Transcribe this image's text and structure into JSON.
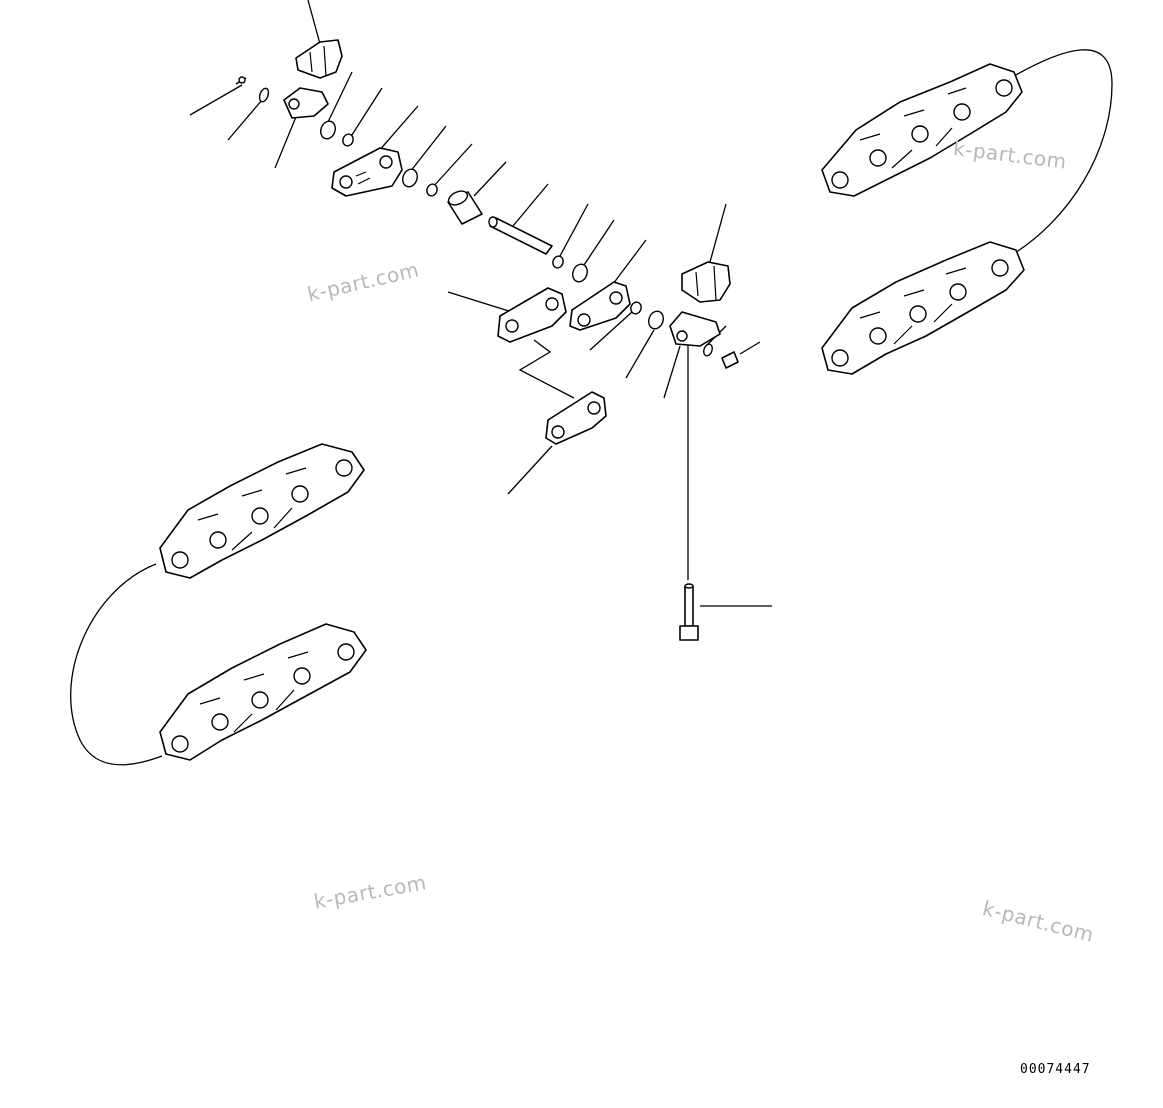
{
  "diagram": {
    "watermarks": [
      "k-part.com",
      "k-part.com",
      "k-part.com",
      "k-part.com"
    ],
    "drawing_code": "00074447"
  }
}
